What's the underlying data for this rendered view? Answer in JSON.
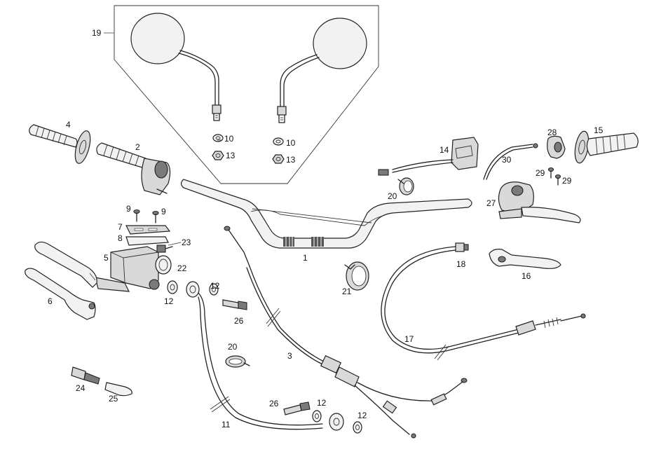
{
  "labels": {
    "p1": "1",
    "p2": "2",
    "p3": "3",
    "p4": "4",
    "p5": "5",
    "p6": "6",
    "p7": "7",
    "p8": "8",
    "p9a": "9",
    "p9b": "9",
    "p10a": "10",
    "p10b": "10",
    "p11": "11",
    "p12a": "12",
    "p12b": "12",
    "p12c": "12",
    "p12d": "12",
    "p13a": "13",
    "p13b": "13",
    "p14": "14",
    "p15": "15",
    "p16": "16",
    "p17": "17",
    "p18": "18",
    "p19": "19",
    "p20a": "20",
    "p20b": "20",
    "p21": "21",
    "p22": "22",
    "p23": "23",
    "p24": "24",
    "p25": "25",
    "p26a": "26",
    "p26b": "26",
    "p27": "27",
    "p28": "28",
    "p29a": "29",
    "p29b": "29",
    "p30": "30"
  }
}
